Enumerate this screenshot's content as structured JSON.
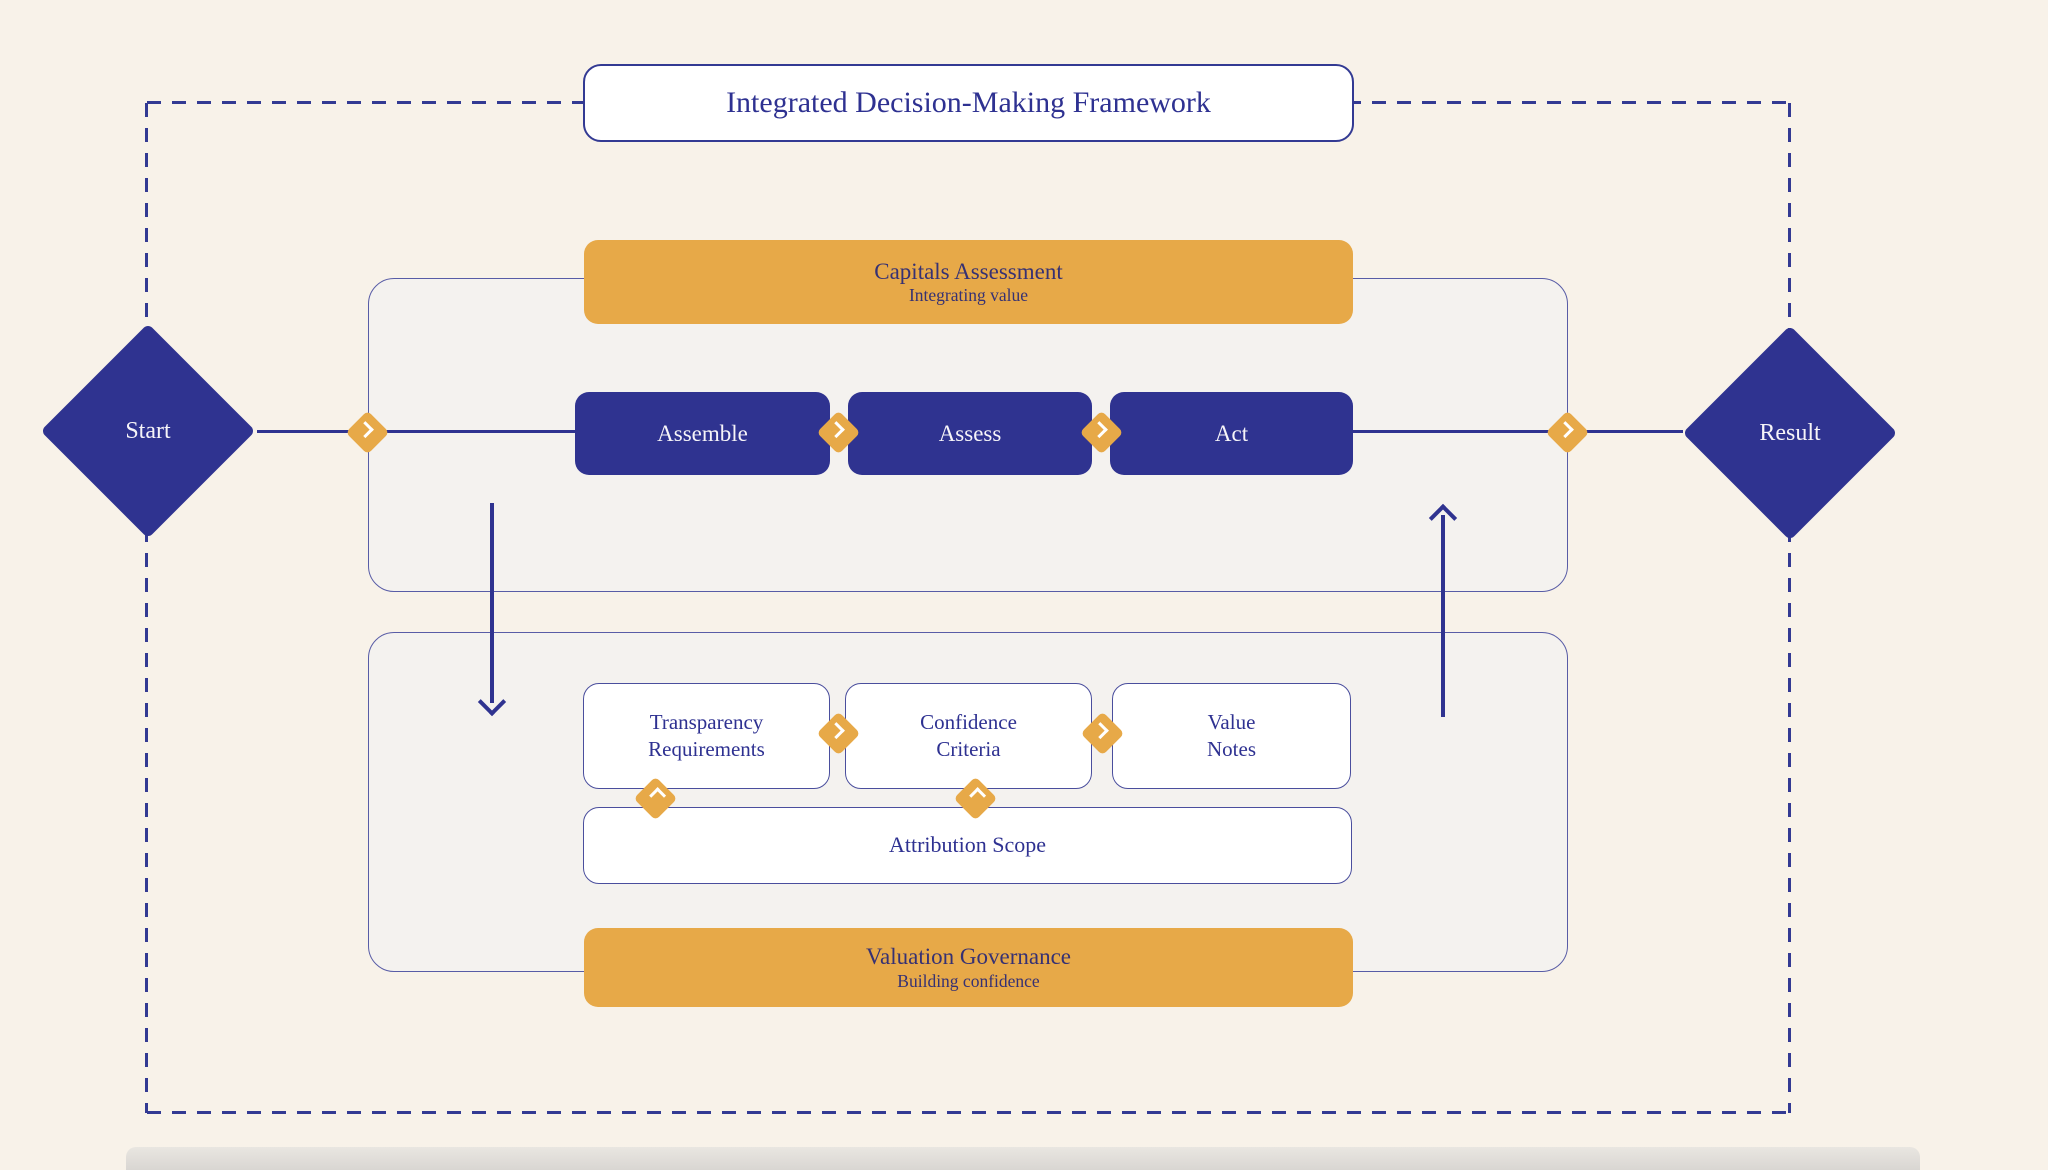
{
  "title": "Integrated Decision-Making Framework",
  "terminals": {
    "start": "Start",
    "result": "Result"
  },
  "top_section": {
    "header": "Capitals Assessment",
    "subheader": "Integrating value",
    "steps": [
      {
        "label": "Assemble"
      },
      {
        "label": "Assess"
      },
      {
        "label": "Act"
      }
    ]
  },
  "bottom_section": {
    "items": [
      {
        "line1": "Transparency",
        "line2": "Requirements"
      },
      {
        "line1": "Confidence",
        "line2": "Criteria"
      },
      {
        "line1": "Value",
        "line2": "Notes"
      }
    ],
    "scope_label": "Attribution Scope",
    "header": "Valuation Governance",
    "subheader": "Building confidence"
  },
  "colors": {
    "navy": "#2f3390",
    "orange": "#e7a948",
    "background": "#f8f2e9",
    "panel_fill": "#f4f2ef",
    "dash_border": "#333a93",
    "text_navy": "#323383"
  }
}
